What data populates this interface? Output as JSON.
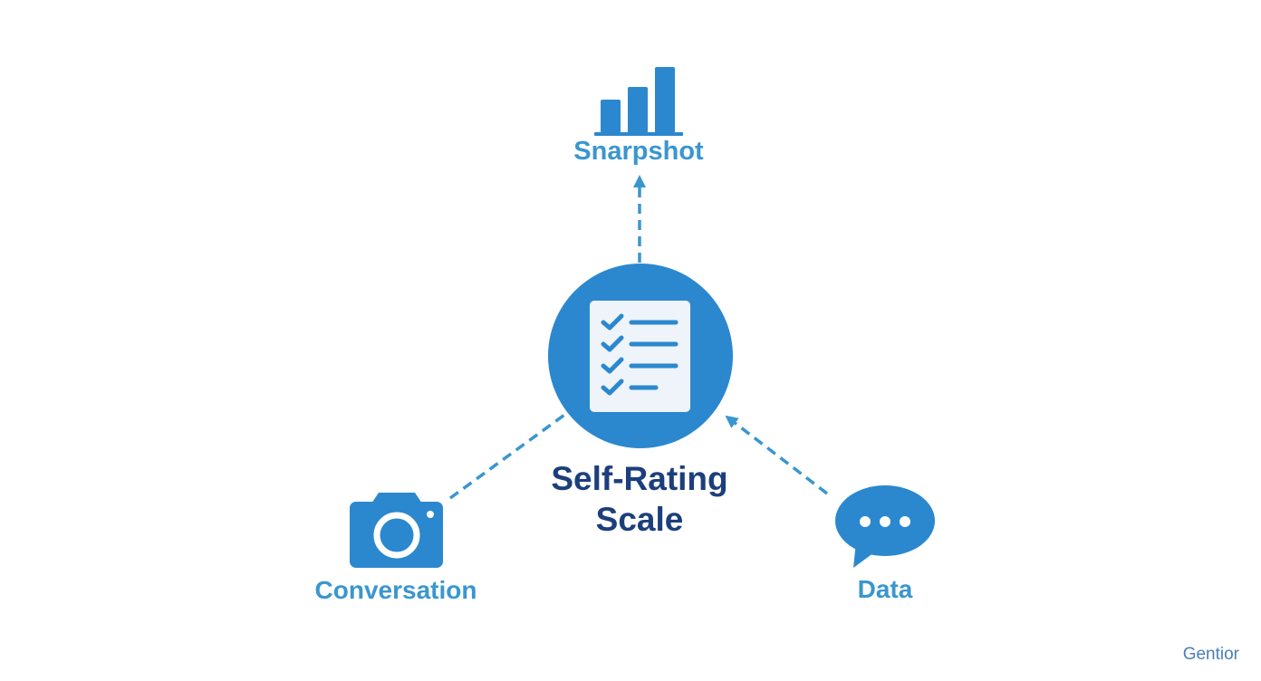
{
  "diagram": {
    "center": {
      "title_line1": "Self-Rating",
      "title_line2": "Scale",
      "icon": "checklist-icon"
    },
    "nodes": {
      "top": {
        "label": "Snarpshot",
        "icon": "bar-chart-icon"
      },
      "left": {
        "label": "Conversation",
        "icon": "camera-icon"
      },
      "right": {
        "label": "Data",
        "icon": "chat-bubble-icon"
      }
    },
    "watermark": "Gentior"
  },
  "colors": {
    "primary": "#2b88cf",
    "label": "#3a96cf",
    "title": "#1c3f7c",
    "card": "#eef4f9",
    "connector": "#3a96cf"
  }
}
